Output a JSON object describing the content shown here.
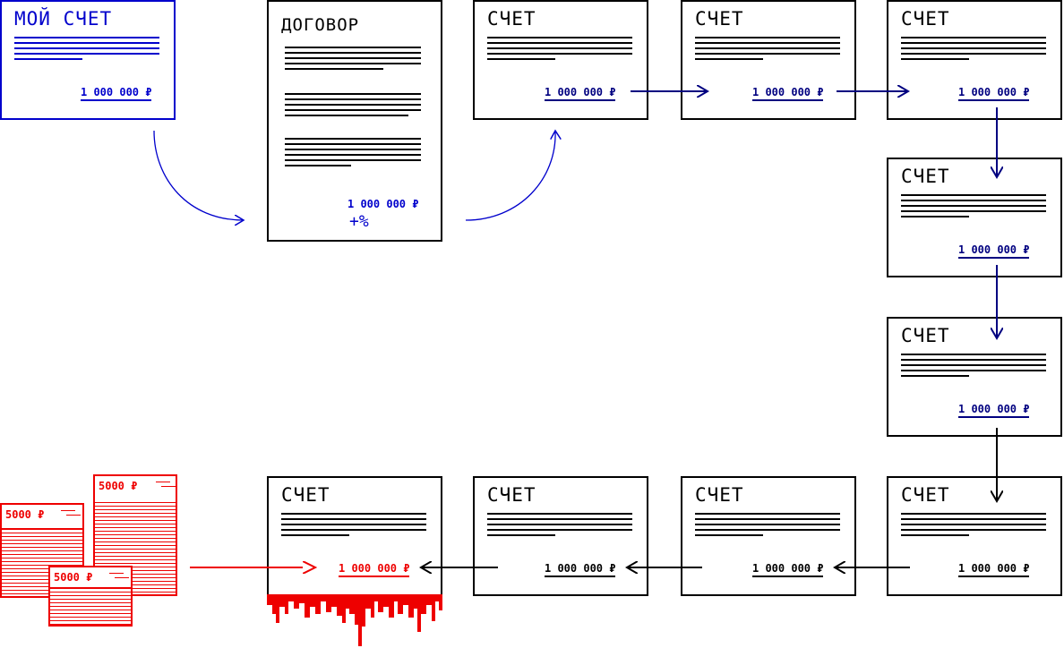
{
  "colors": {
    "blue": "#0000cc",
    "navy": "#000080",
    "black": "#000000",
    "red": "#ee0000"
  },
  "my_account": {
    "title": "МОЙ СЧЕТ",
    "amount": "1 000 000 ₽"
  },
  "contract": {
    "title": "ДОГОВОР",
    "amount": "1 000 000 ₽",
    "interest": "+%"
  },
  "invoice_title": "СЧЕТ",
  "invoice_amount": "1 000 000 ₽",
  "cash_stack": {
    "denomination": "5000 ₽"
  }
}
